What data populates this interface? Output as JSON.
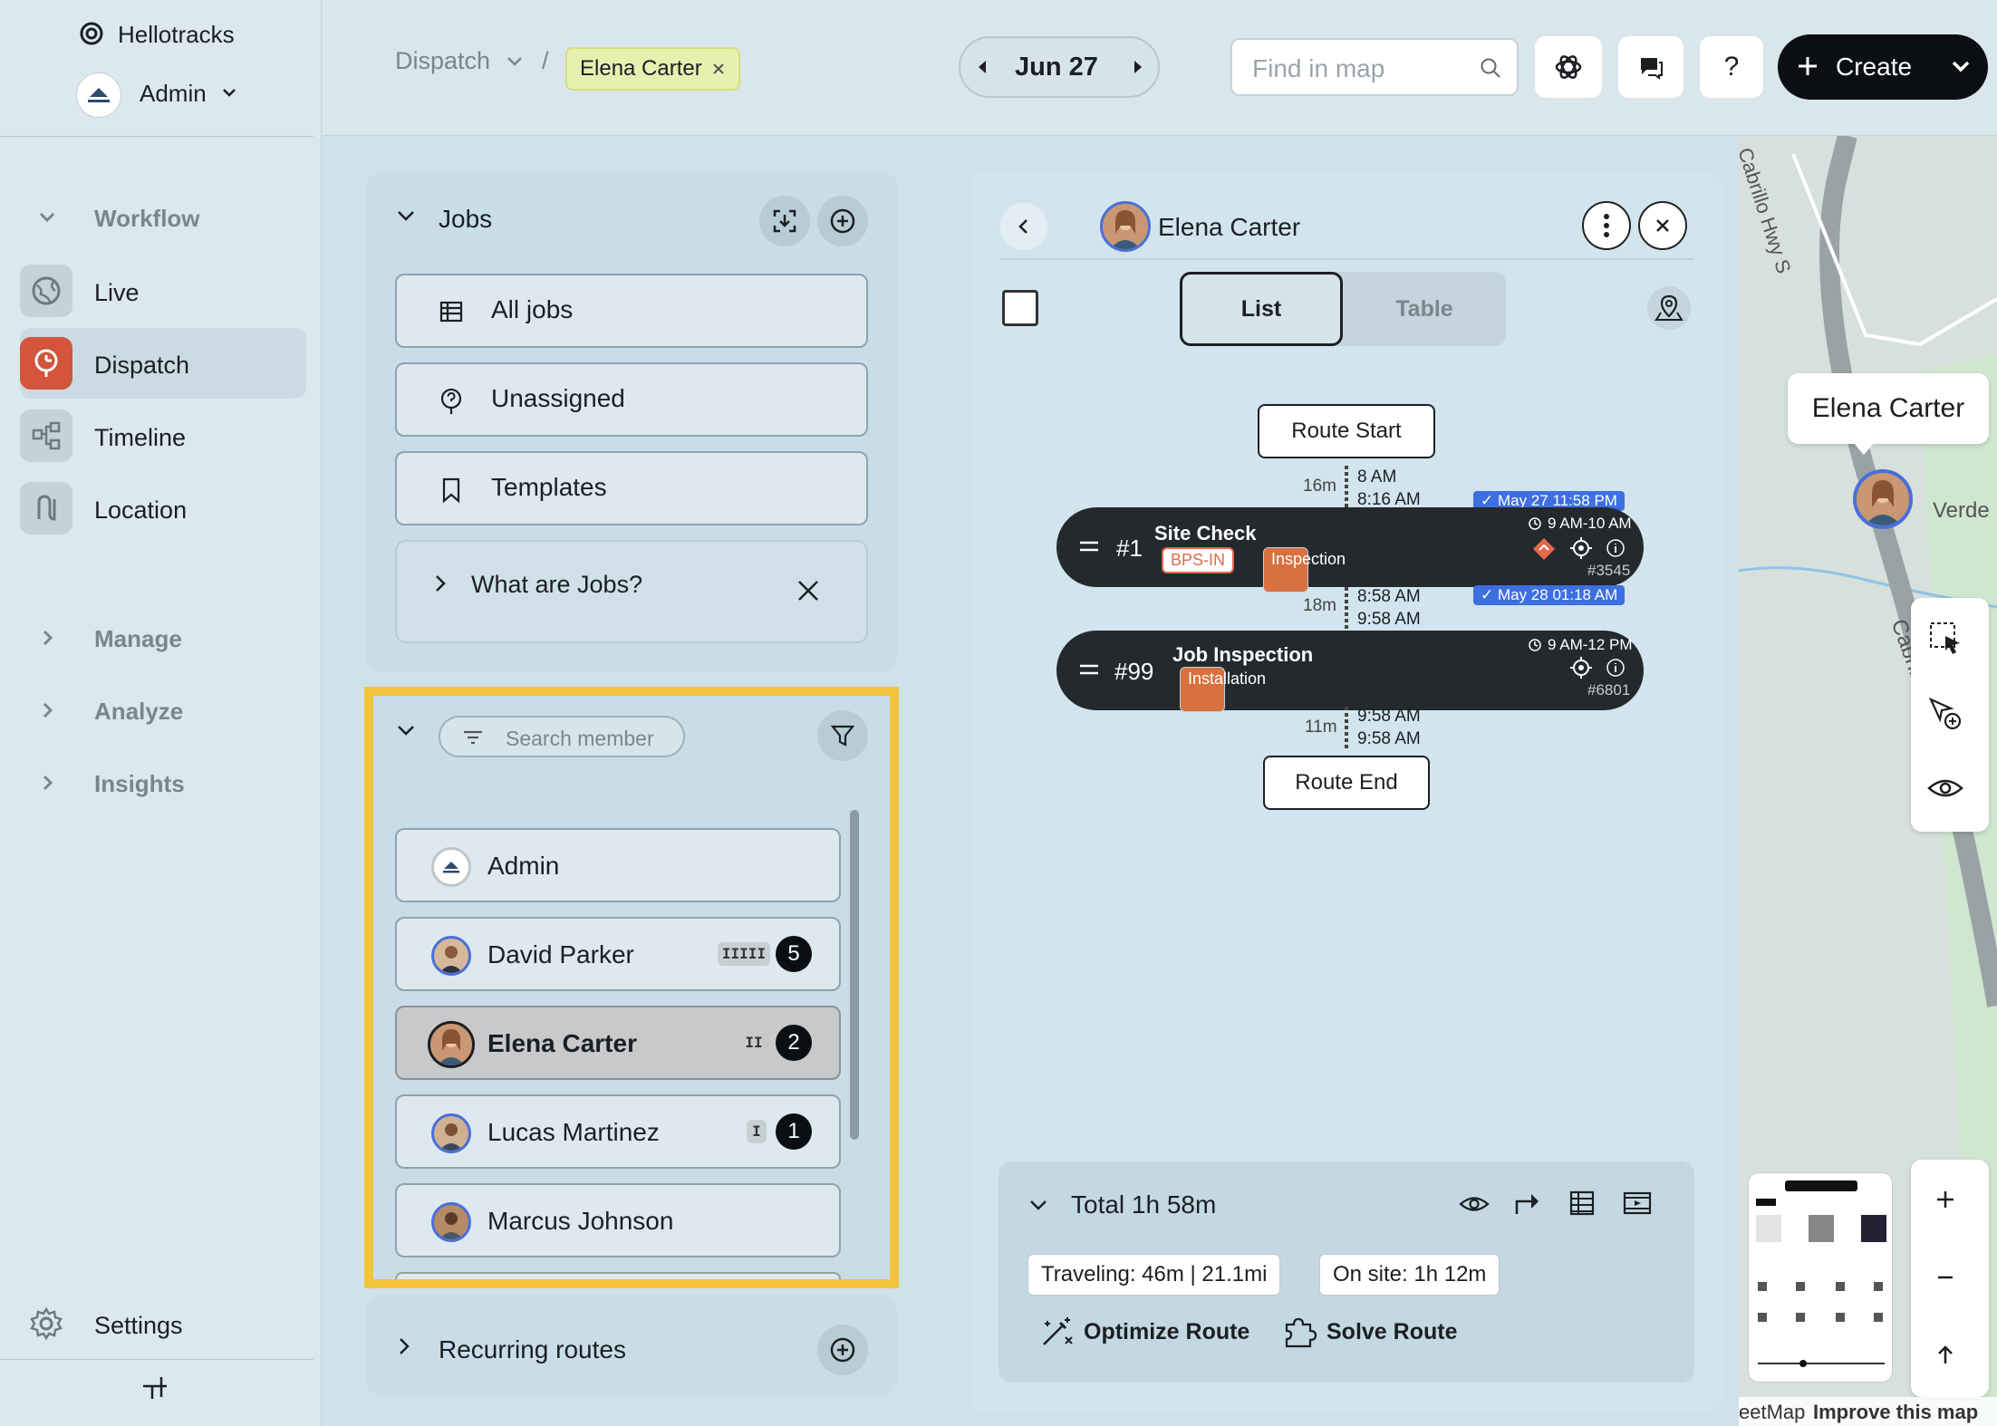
{
  "app": {
    "name": "Hellotracks",
    "org_user": "Admin"
  },
  "sidebar": {
    "workflow": "Workflow",
    "items": [
      {
        "label": "Live"
      },
      {
        "label": "Dispatch"
      },
      {
        "label": "Timeline"
      },
      {
        "label": "Location"
      }
    ],
    "sections": [
      "Manage",
      "Analyze",
      "Insights"
    ],
    "settings": "Settings"
  },
  "topbar": {
    "breadcrumb_root": "Dispatch",
    "breadcrumb_sep": "/",
    "chip": "Elena Carter",
    "date": "Jun 27",
    "find_placeholder": "Find in map",
    "help": "?",
    "create": "Create"
  },
  "jobs": {
    "title": "Jobs",
    "buttons": [
      "All jobs",
      "Unassigned",
      "Templates"
    ],
    "faq": "What are Jobs?"
  },
  "members": {
    "search_placeholder": "Search member",
    "list": [
      {
        "name": "Admin",
        "bars": "",
        "count": ""
      },
      {
        "name": "David Parker",
        "bars": "IIIII",
        "count": "5"
      },
      {
        "name": "Elena Carter",
        "bars": "II",
        "count": "2"
      },
      {
        "name": "Lucas Martinez",
        "bars": "I",
        "count": "1"
      },
      {
        "name": "Marcus Johnson",
        "bars": "",
        "count": ""
      }
    ]
  },
  "recurring": {
    "title": "Recurring routes"
  },
  "detail": {
    "name": "Elena Carter",
    "tabs": [
      "List",
      "Table"
    ],
    "route_start": "Route Start",
    "route_end": "Route End",
    "seg1": {
      "dur": "16m",
      "t1": "8 AM",
      "t2": "8:16 AM"
    },
    "job1": {
      "num": "#1",
      "title": "Site Check",
      "tags": [
        "BPS-IN",
        "Inspection"
      ],
      "window": "9 AM-10 AM",
      "id": "#3545",
      "chip": "May 27 11:58 PM"
    },
    "seg2": {
      "dur": "18m",
      "t1": "8:58 AM",
      "t2": "9:58 AM"
    },
    "job2": {
      "num": "#99",
      "title": "Job Inspection",
      "tags": [
        "Installation"
      ],
      "window": "9 AM-12 PM",
      "id": "#6801",
      "chip": "May 28 01:18 AM"
    },
    "seg3": {
      "dur": "11m",
      "t1": "9:58 AM",
      "t2": "9:58 AM"
    },
    "total": "Total 1h 58m",
    "traveling": "Traveling: 46m | 21.1mi",
    "onsite": "On site: 1h 12m",
    "optimize": "Optimize Route",
    "solve": "Solve Route"
  },
  "map": {
    "label": "Elena Carter",
    "road1": "Cabrillo Hwy S",
    "road2": "Verde",
    "road3": "Cabrillo",
    "footer_left": "eetMap",
    "footer_right": "Improve this map"
  },
  "colors": {
    "accent": "#d2553c",
    "highlight": "#f3c33c",
    "blue": "#3d6fe0",
    "dark": "#24292d"
  }
}
